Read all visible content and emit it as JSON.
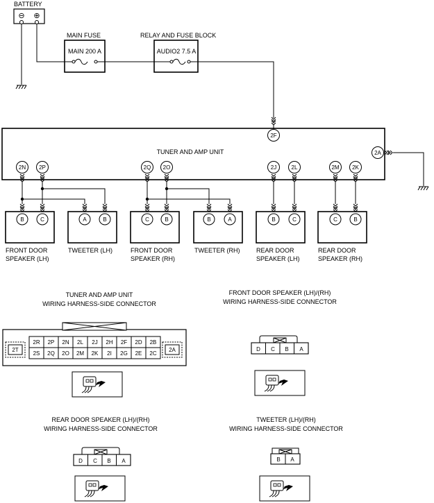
{
  "battery": {
    "label": "BATTERY",
    "neg": "⊖",
    "pos": "⊕"
  },
  "main_fuse": {
    "title": "MAIN FUSE",
    "rating": "MAIN 200 A"
  },
  "relay_block": {
    "title": "RELAY AND FUSE BLOCK",
    "rating": "AUDIO2 7.5 A"
  },
  "unit": {
    "label": "TUNER AND AMP UNIT",
    "terminals": {
      "t2F": "2F",
      "t2A": "2A",
      "t2N": "2N",
      "t2P": "2P",
      "t2Q": "2Q",
      "t2O": "2O",
      "t2J": "2J",
      "t2L": "2L",
      "t2M": "2M",
      "t2K": "2K"
    }
  },
  "components": {
    "fd_lh": {
      "pins": [
        "B",
        "C"
      ],
      "label_lines": [
        "FRONT DOOR",
        "SPEAKER (LH)"
      ]
    },
    "tw_lh": {
      "pins": [
        "A",
        "B"
      ],
      "label_lines": [
        "TWEETER (LH)"
      ]
    },
    "fd_rh": {
      "pins": [
        "C",
        "B"
      ],
      "label_lines": [
        "FRONT DOOR",
        "SPEAKER (RH)"
      ]
    },
    "tw_rh": {
      "pins": [
        "B",
        "A"
      ],
      "label_lines": [
        "TWEETER (RH)"
      ]
    },
    "rd_lh": {
      "pins": [
        "B",
        "C"
      ],
      "label_lines": [
        "REAR DOOR",
        "SPEAKER (LH)"
      ]
    },
    "rd_rh": {
      "pins": [
        "C",
        "B"
      ],
      "label_lines": [
        "REAR DOOR",
        "SPEAKER (RH)"
      ]
    }
  },
  "connectors": {
    "unit": {
      "title_lines": [
        "TUNER AND AMP UNIT",
        "WIRING HARNESS-SIDE CONNECTOR"
      ],
      "left_pin": "2T",
      "right_pin": "2A",
      "row1": [
        "2R",
        "2P",
        "2N",
        "2L",
        "2J",
        "2H",
        "2F",
        "2D",
        "2B"
      ],
      "row2": [
        "2S",
        "2Q",
        "2O",
        "2M",
        "2K",
        "2I",
        "2G",
        "2E",
        "2C"
      ]
    },
    "front_door": {
      "title_lines": [
        "FRONT DOOR SPEAKER (LH)/(RH)",
        "WIRING HARNESS-SIDE CONNECTOR"
      ],
      "pins": [
        "D",
        "C",
        "B",
        "A"
      ]
    },
    "rear_door": {
      "title_lines": [
        "REAR DOOR SPEAKER (LH)/(RH)",
        "WIRING HARNESS-SIDE CONNECTOR"
      ],
      "pins": [
        "D",
        "C",
        "B",
        "A"
      ]
    },
    "tweeter": {
      "title_lines": [
        "TWEETER (LH)/(RH)",
        "WIRING HARNESS-SIDE CONNECTOR"
      ],
      "pins": [
        "B",
        "A"
      ]
    }
  }
}
